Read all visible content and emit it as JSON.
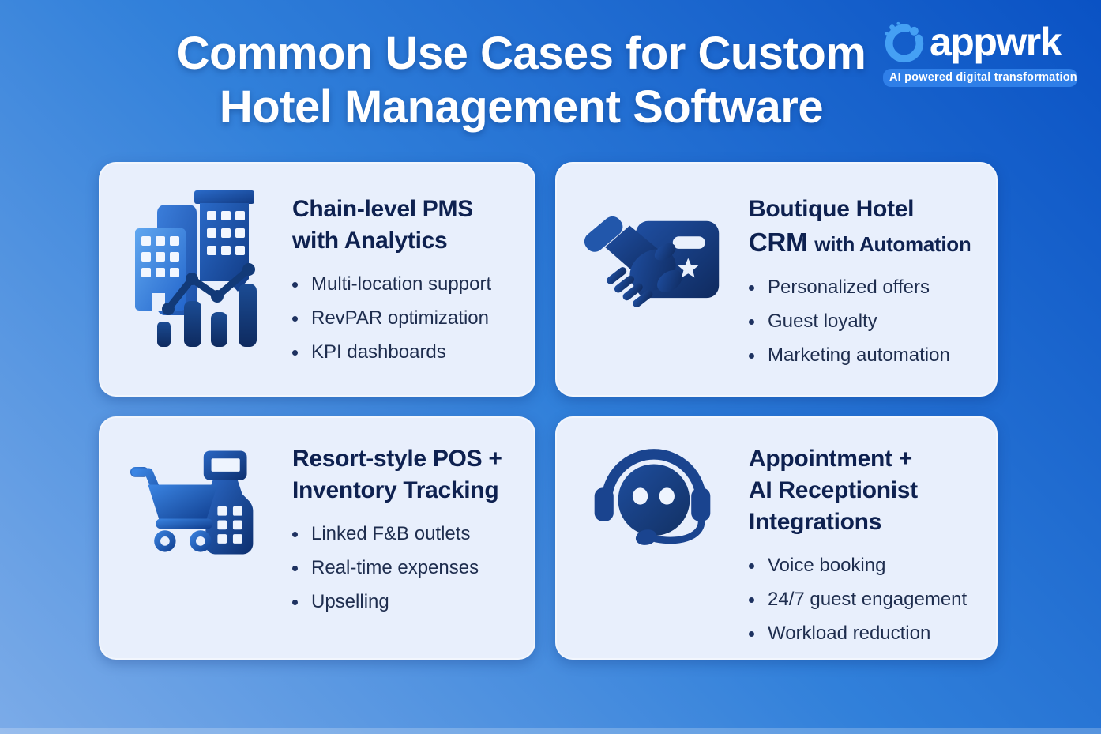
{
  "header": {
    "title_line1": "Common Use Cases for Custom",
    "title_line2": "Hotel Management Software"
  },
  "logo": {
    "name": "appwrk",
    "tagline": "AI powered digital transformation"
  },
  "cards": [
    {
      "id": "chain-level-pms",
      "icon": "buildings-analytics-icon",
      "title_line1": "Chain-level PMS",
      "title_line2": "with Analytics",
      "bullets": [
        "Multi-location support",
        "RevPAR optimization",
        "KPI dashboards"
      ]
    },
    {
      "id": "boutique-hotel-crm",
      "icon": "handshake-loyalty-card-icon",
      "title_line1": "Boutique Hotel",
      "title_line2_strong": "CRM",
      "title_line2_rest": "with Automation",
      "bullets": [
        "Personalized offers",
        "Guest loyalty",
        "Marketing automation"
      ]
    },
    {
      "id": "resort-style-pos",
      "icon": "shopping-cart-pos-icon",
      "title_line1": "Resort-style POS +",
      "title_line2": "Inventory Tracking",
      "bullets": [
        "Linked F&B outlets",
        "Real-time expenses",
        "Upselling"
      ]
    },
    {
      "id": "ai-receptionist-integrations",
      "icon": "robot-headset-icon",
      "title_line1": "Appointment +",
      "title_line2": "AI Receptionist",
      "title_line3": "Integrations",
      "bullets": [
        "Voice booking",
        "24/7 guest engagement",
        "Workload reduction"
      ]
    }
  ],
  "colors": {
    "background_dark": "#0a52c4",
    "background_mid": "#3180da",
    "background_light": "#7babe8",
    "card_background": "#e8effc",
    "card_title": "#0e2150",
    "card_text": "#1e2d4e",
    "icon_navy": "#1a448f",
    "icon_light_blue": "#60a7f0",
    "logo_ring": "#45a0f4",
    "tagline_badge": "#2f7fe8",
    "title_text": "#ffffff"
  }
}
